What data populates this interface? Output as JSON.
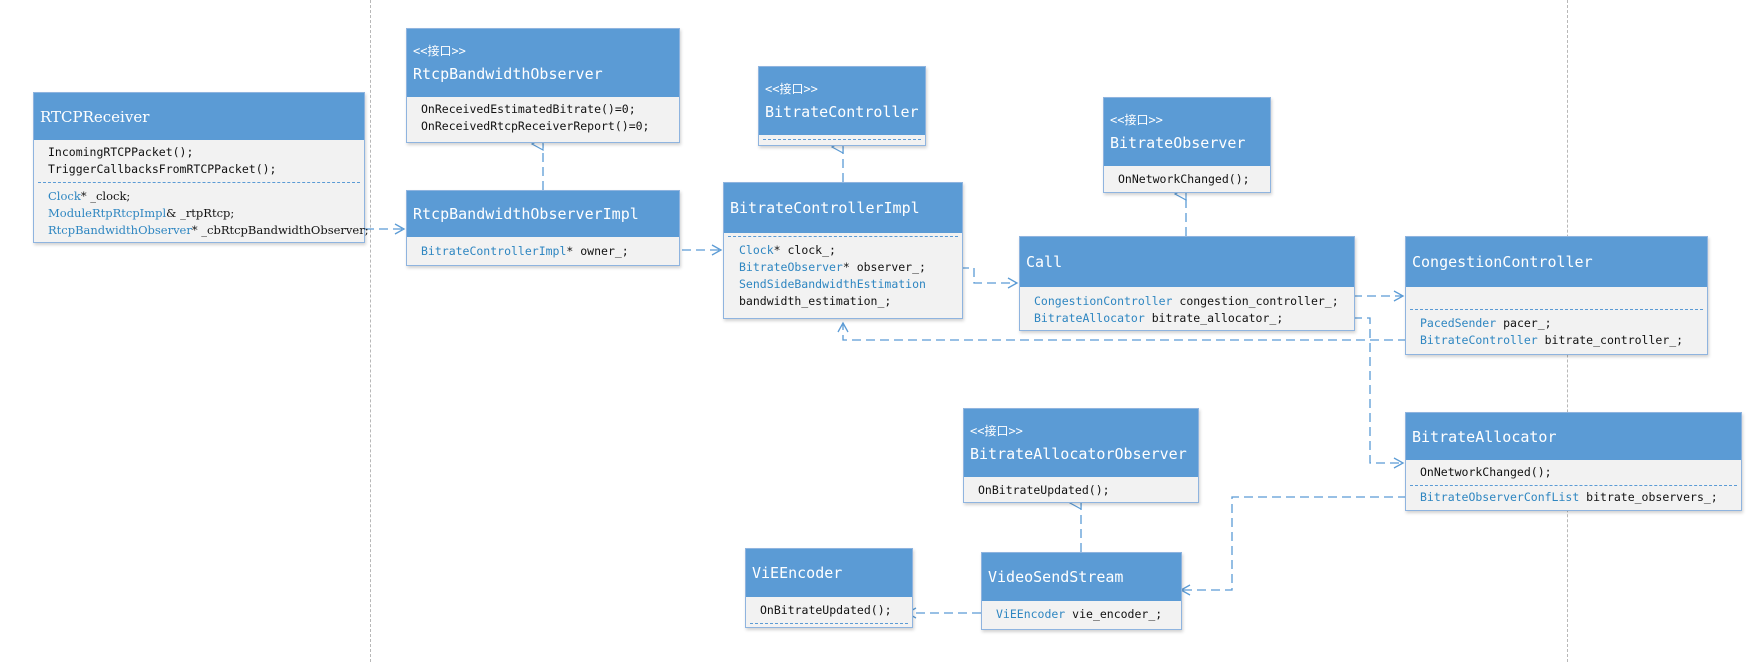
{
  "stereotype": "<<接口>>",
  "classes": {
    "rtcp_receiver": {
      "name": "RTCPReceiver",
      "methods": [
        "IncomingRTCPPacket();",
        "TriggerCallbacksFromRTCPPacket();"
      ],
      "fields": [
        {
          "type": "Clock",
          "rest": "* _clock;"
        },
        {
          "type": "ModuleRtpRtcpImpl",
          "rest": "& _rtpRtcp;"
        },
        {
          "type": "RtcpBandwidthObserver",
          "rest": "* _cbRtcpBandwidthObserver;"
        }
      ]
    },
    "rtcp_bandwidth_observer": {
      "name": "RtcpBandwidthObserver",
      "methods": [
        "OnReceivedEstimatedBitrate()=0;",
        "OnReceivedRtcpReceiverReport()=0;"
      ]
    },
    "rtcp_bandwidth_observer_impl": {
      "name": "RtcpBandwidthObserverImpl",
      "fields": [
        {
          "type": "BitrateControllerImpl",
          "rest": "* owner_;"
        }
      ]
    },
    "bitrate_controller": {
      "name": "BitrateController"
    },
    "bitrate_controller_impl": {
      "name": "BitrateControllerImpl",
      "fields": [
        {
          "type": "Clock",
          "rest": "* clock_;"
        },
        {
          "type": "BitrateObserver",
          "rest": "* observer_;"
        },
        {
          "type": "SendSideBandwidthEstimation",
          "rest": ""
        },
        {
          "type": "",
          "rest": "bandwidth_estimation_;"
        }
      ]
    },
    "bitrate_observer": {
      "name": "BitrateObserver",
      "methods": [
        "OnNetworkChanged();"
      ]
    },
    "call": {
      "name": "Call",
      "fields": [
        {
          "type": "CongestionController",
          "rest": " congestion_controller_;"
        },
        {
          "type": "BitrateAllocator",
          "rest": " bitrate_allocator_;"
        }
      ]
    },
    "congestion_controller": {
      "name": "CongestionController",
      "fields": [
        {
          "type": "PacedSender",
          "rest": " pacer_;"
        },
        {
          "type": "BitrateController",
          "rest": " bitrate_controller_;"
        }
      ]
    },
    "bitrate_allocator": {
      "name": "BitrateAllocator",
      "methods": [
        "OnNetworkChanged();"
      ],
      "fields": [
        {
          "type": "BitrateObserverConfList",
          "rest": " bitrate_observers_;"
        }
      ]
    },
    "bitrate_allocator_observer": {
      "name": "BitrateAllocatorObserver",
      "methods": [
        "OnBitrateUpdated();"
      ]
    },
    "video_send_stream": {
      "name": "VideoSendStream",
      "fields": [
        {
          "type": "ViEEncoder",
          "rest": " vie_encoder_;"
        }
      ]
    },
    "vie_encoder": {
      "name": "ViEEncoder",
      "methods": [
        "OnBitrateUpdated();"
      ]
    }
  },
  "colors": {
    "header": "#5b9bd5",
    "body": "#f2f2f2",
    "type_text": "#2e86c1",
    "connector": "#5b9bd5"
  }
}
